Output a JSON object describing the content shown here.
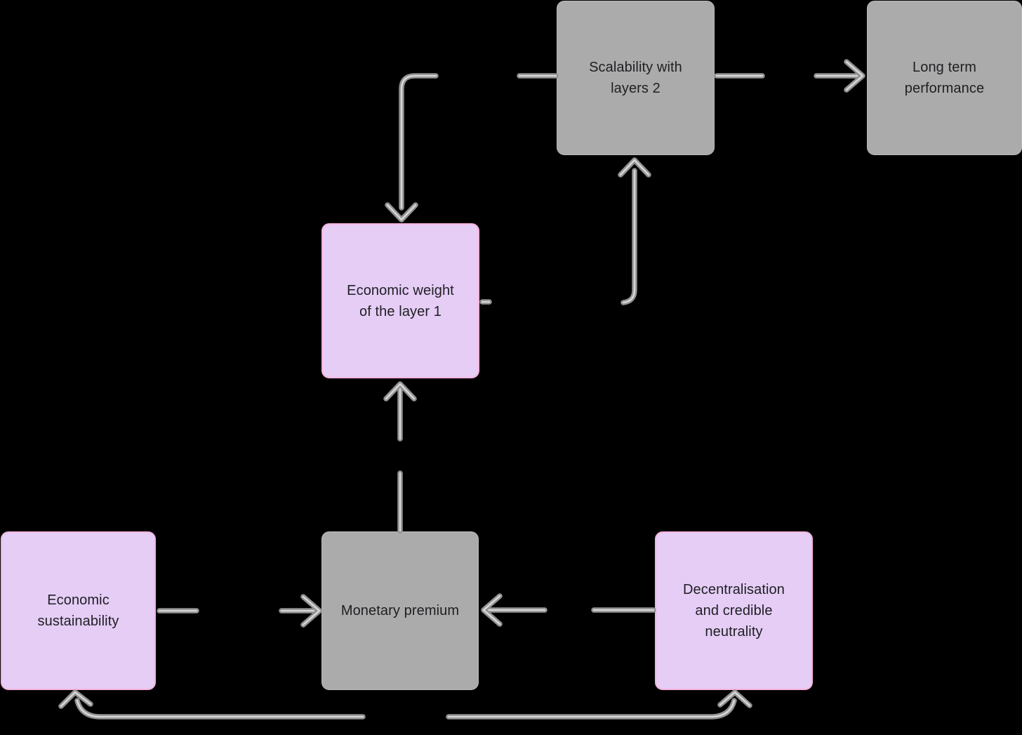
{
  "diagram": {
    "colors": {
      "bg": "#000000",
      "text": "#202024",
      "gray_fill": "#ababab",
      "gray_border": "#b9b9b9",
      "purple_fill": "#e5cdf6",
      "purple_border": "#f5b3de",
      "arrow": "#919191",
      "arrow_highlight": "#d6d6d6"
    },
    "nodes": {
      "scalability_layers2": {
        "label": "Scalability with layers 2",
        "lines": [
          "Scalability with",
          "layers 2"
        ],
        "style": "gray"
      },
      "long_term_performance": {
        "label": "Long term performance",
        "lines": [
          "Long term",
          "performance"
        ],
        "style": "gray"
      },
      "economic_weight_layer1": {
        "label": "Economic weight of the layer 1",
        "lines": [
          "Economic weight",
          "of the layer 1"
        ],
        "style": "purple"
      },
      "economic_sustainability": {
        "label": "Economic sustainability",
        "lines": [
          "Economic",
          "sustainability"
        ],
        "style": "purple"
      },
      "monetary_premium": {
        "label": "Monetary premium",
        "lines": [
          "Monetary premium"
        ],
        "style": "gray"
      },
      "decentralisation": {
        "label": "Decentralisation and credible neutrality",
        "lines": [
          "Decentralisation",
          "and credible",
          "neutrality"
        ],
        "style": "purple"
      }
    },
    "edges": [
      {
        "from": "scalability_layers2",
        "to": "economic_weight_layer1",
        "via": "left-side, down into top"
      },
      {
        "from": "economic_weight_layer1",
        "to": "scalability_layers2",
        "via": "right-side, up into bottom"
      },
      {
        "from": "scalability_layers2",
        "to": "long_term_performance",
        "via": "right-side into left"
      },
      {
        "from": "monetary_premium",
        "to": "economic_weight_layer1",
        "via": "top into bottom"
      },
      {
        "from": "economic_sustainability",
        "to": "monetary_premium",
        "via": "right-side into left"
      },
      {
        "from": "decentralisation",
        "to": "monetary_premium",
        "via": "left-side into right"
      },
      {
        "from": null,
        "to": "economic_sustainability",
        "via": "long bottom line into bottom"
      },
      {
        "from": null,
        "to": "decentralisation",
        "via": "long bottom line into bottom"
      }
    ]
  }
}
